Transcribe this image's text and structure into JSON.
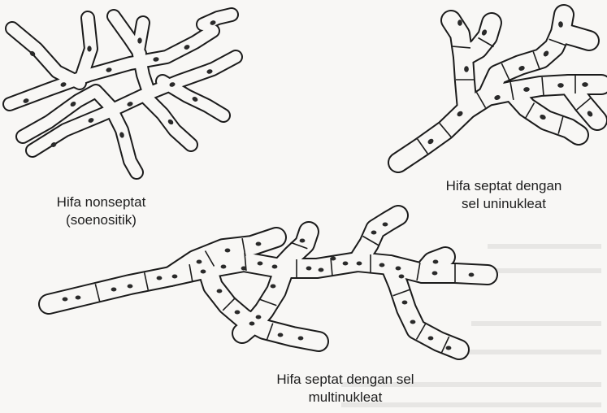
{
  "captions": {
    "nonseptate": {
      "line1": "Hifa nonseptat",
      "line2": "(soenositik)"
    },
    "uninucleate": {
      "line1": "Hifa septat dengan",
      "line2": "sel uninukleat"
    },
    "multinucleate": {
      "line1": "Hifa septat dengan sel",
      "line2": "multinukleat"
    }
  },
  "colors": {
    "ink": "#1b1b1b",
    "paper": "#f8f7f5"
  }
}
